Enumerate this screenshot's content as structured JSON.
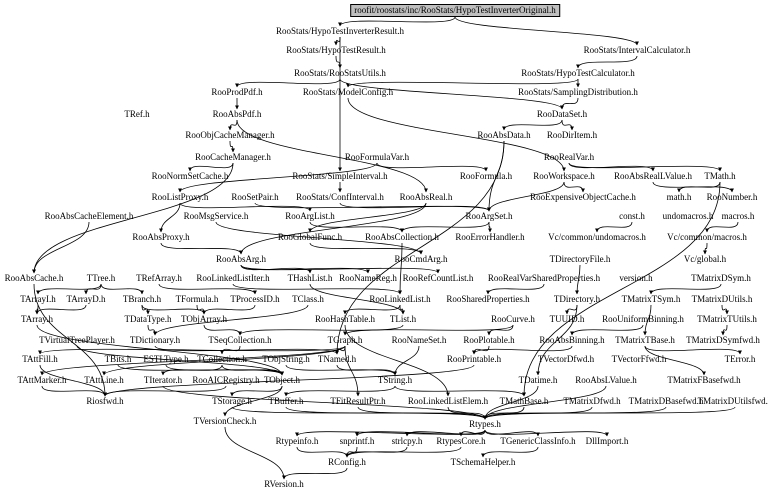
{
  "colors": {
    "background": "#ffffff",
    "text": "#000000",
    "edge": "#000000",
    "root_fill": "#bfbfbf"
  },
  "root": "roofit/roostats/inc/RooStats/HypoTestInverterOriginal.h",
  "nodes": {
    "root": "roofit/roostats/inc/RooStats/HypoTestInverterOriginal.h",
    "hypo_test_inverter_result": "RooStats/HypoTestInverterResult.h",
    "interval_calculator": "RooStats/IntervalCalculator.h",
    "hypo_test_result": "RooStats/HypoTestResult.h",
    "roo_stats_utils": "RooStats/RooStatsUtils.h",
    "hypo_test_calculator": "RooStats/HypoTestCalculator.h",
    "roo_prod_pdf": "RooProdPdf.h",
    "model_config": "RooStats/ModelConfig.h",
    "sampling_distribution": "RooStats/SamplingDistribution.h",
    "tref": "TRef.h",
    "roo_abs_pdf": "RooAbsPdf.h",
    "roo_data_set": "RooDataSet.h",
    "roo_obj_cache_manager": "RooObjCacheManager.h",
    "roo_abs_data": "RooAbsData.h",
    "roo_dir_item": "RooDirItem.h",
    "roo_cache_manager": "RooCacheManager.h",
    "roo_formula_var": "RooFormulaVar.h",
    "roo_real_var": "RooRealVar.h",
    "roo_norm_set_cache": "RooNormSetCache.h",
    "simple_interval": "RooStats/SimpleInterval.h",
    "roo_formula": "RooFormula.h",
    "roo_workspace": "RooWorkspace.h",
    "roo_abs_real_lvalue": "RooAbsRealLValue.h",
    "tmath": "TMath.h",
    "roo_list_proxy": "RooListProxy.h",
    "roo_set_pair": "RooSetPair.h",
    "conf_interval": "RooStats/ConfInterval.h",
    "roo_abs_real": "RooAbsReal.h",
    "roo_expensive_object_cache": "RooExpensiveObjectCache.h",
    "math": "math.h",
    "roo_number": "RooNumber.h",
    "roo_abs_cache_element": "RooAbsCacheElement.h",
    "roo_msg_service": "RooMsgService.h",
    "roo_arg_list": "RooArgList.h",
    "roo_arg_set": "RooArgSet.h",
    "const_h": "const.h",
    "undomacros": "undomacros.h",
    "macros": "macros.h",
    "roo_abs_proxy": "RooAbsProxy.h",
    "roo_global_func": "RooGlobalFunc.h",
    "roo_abs_collection": "RooAbsCollection.h",
    "roo_error_handler": "RooErrorHandler.h",
    "vc_undomacros": "Vc/common/undomacros.h",
    "vc_macros": "Vc/common/macros.h",
    "roo_abs_arg": "RooAbsArg.h",
    "roo_cmd_arg": "RooCmdArg.h",
    "tdirectory_file": "TDirectoryFile.h",
    "vc_global": "Vc/global.h",
    "roo_abs_cache": "RooAbsCache.h",
    "ttree": "TTree.h",
    "tref_array": "TRefArray.h",
    "roo_linked_list_iter": "RooLinkedListIter.h",
    "thash_list": "THashList.h",
    "roo_name_reg": "RooNameReg.h",
    "roo_ref_count_list": "RooRefCountList.h",
    "roo_real_var_shared_properties": "RooRealVarSharedProperties.h",
    "version": "version.h",
    "tmatrix_d_sym": "TMatrixDSym.h",
    "tarray_l": "TArrayI.h",
    "tarray_d": "TArrayD.h",
    "tbranch": "TBranch.h",
    "tformula": "TFormula.h",
    "tprocess_id": "TProcessID.h",
    "tclass": "TClass.h",
    "roo_linked_list": "RooLinkedList.h",
    "roo_shared_properties": "RooSharedProperties.h",
    "tdirectory": "TDirectory.h",
    "tmatrix_t_sym": "TMatrixTSym.h",
    "tmatrix_d_utils": "TMatrixDUtils.h",
    "tarray": "TArray.h",
    "tdata_type": "TDataType.h",
    "tobj_array": "TObjArray.h",
    "roo_hash_table": "RooHashTable.h",
    "tlist": "TList.h",
    "roo_curve": "RooCurve.h",
    "tuuid": "TUUID.h",
    "roo_uniform_binning": "RooUniformBinning.h",
    "tmatrix_t_utils": "TMatrixTUtils.h",
    "tvirtual_tree_player": "TVirtualTreePlayer.h",
    "tdictionary": "TDictionary.h",
    "tseq_collection": "TSeqCollection.h",
    "tgraph": "TGraph.h",
    "roo_name_set": "RooNameSet.h",
    "roo_plotable": "RooPlotable.h",
    "roo_abs_binning": "RooAbsBinning.h",
    "tmatrix_t_base": "TMatrixTBase.h",
    "tmatrix_d_sym_fwd": "TMatrixDSymfwd.h",
    "tatt_fill": "TAttFill.h",
    "tbits": "TBits.h",
    "estl_type": "ESTLType.h",
    "tcollection": "TCollection.h",
    "tobj_string": "TObjString.h",
    "tnamed": "TNamed.h",
    "roo_printable": "RooPrintable.h",
    "tvector_d_fwd": "TVectorDfwd.h",
    "tvector_f_fwd": "TVectorFfwd.h",
    "terror": "TError.h",
    "tatt_marker": "TAttMarker.h",
    "tatt_line": "TAttLine.h",
    "titerator": "TIterator.h",
    "roo_a_icregistry": "RooAICRegistry.h",
    "tobject": "TObject.h",
    "tstring": "TString.h",
    "tdatime": "TDatime.h",
    "roo_abs_lvalue": "RooAbsLValue.h",
    "tmatrix_f_base_fwd": "TMatrixFBasefwd.h",
    "riosfwd": "Riosfwd.h",
    "tstorage": "TStorage.h",
    "tbuffer": "TBuffer.h",
    "tfit_result_ptr": "TFitResultPtr.h",
    "roo_linked_list_elem": "RooLinkedListElem.h",
    "tmath_base": "TMathBase.h",
    "tmatrix_d_fwd": "TMatrixDfwd.h",
    "tmatrix_d_base_fwd": "TMatrixDBasefwd.h",
    "tmatrix_d_utils_fwd": "TMatrixDUtilsfwd.h",
    "tversion_check": "TVersionCheck.h",
    "rtypes": "Rtypes.h",
    "rtypeinfo": "Rtypeinfo.h",
    "snprintf": "snprintf.h",
    "strlcpy": "strlcpy.h",
    "rtypes_core": "RtypesCore.h",
    "tgeneric_class_info": "TGenericClassInfo.h",
    "dll_import": "DllImport.h",
    "rconfig": "RConfig.h",
    "tschema_helper": "TSchemaHelper.h",
    "rversion": "RVersion.h"
  }
}
